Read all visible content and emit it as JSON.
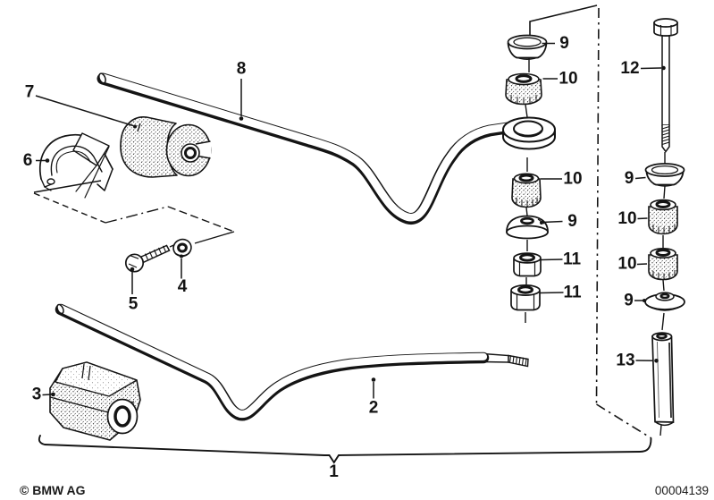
{
  "diagram": {
    "type": "exploded-parts-diagram",
    "subject": "stabilizer-bar-assembly",
    "footer": {
      "copyright": "© BMW AG",
      "doc_number": "00004139"
    },
    "colors": {
      "ink": "#141414",
      "background": "#ffffff"
    },
    "callouts": [
      {
        "part": "7"
      },
      {
        "part": "8"
      },
      {
        "part": "6"
      },
      {
        "part": "9"
      },
      {
        "part": "10"
      },
      {
        "part": "12"
      },
      {
        "part": "10"
      },
      {
        "part": "9"
      },
      {
        "part": "11"
      },
      {
        "part": "11"
      },
      {
        "part": "9"
      },
      {
        "part": "10"
      },
      {
        "part": "10"
      },
      {
        "part": "9"
      },
      {
        "part": "5"
      },
      {
        "part": "4"
      },
      {
        "part": "13"
      },
      {
        "part": "3"
      },
      {
        "part": "2"
      },
      {
        "part": "1"
      }
    ]
  }
}
